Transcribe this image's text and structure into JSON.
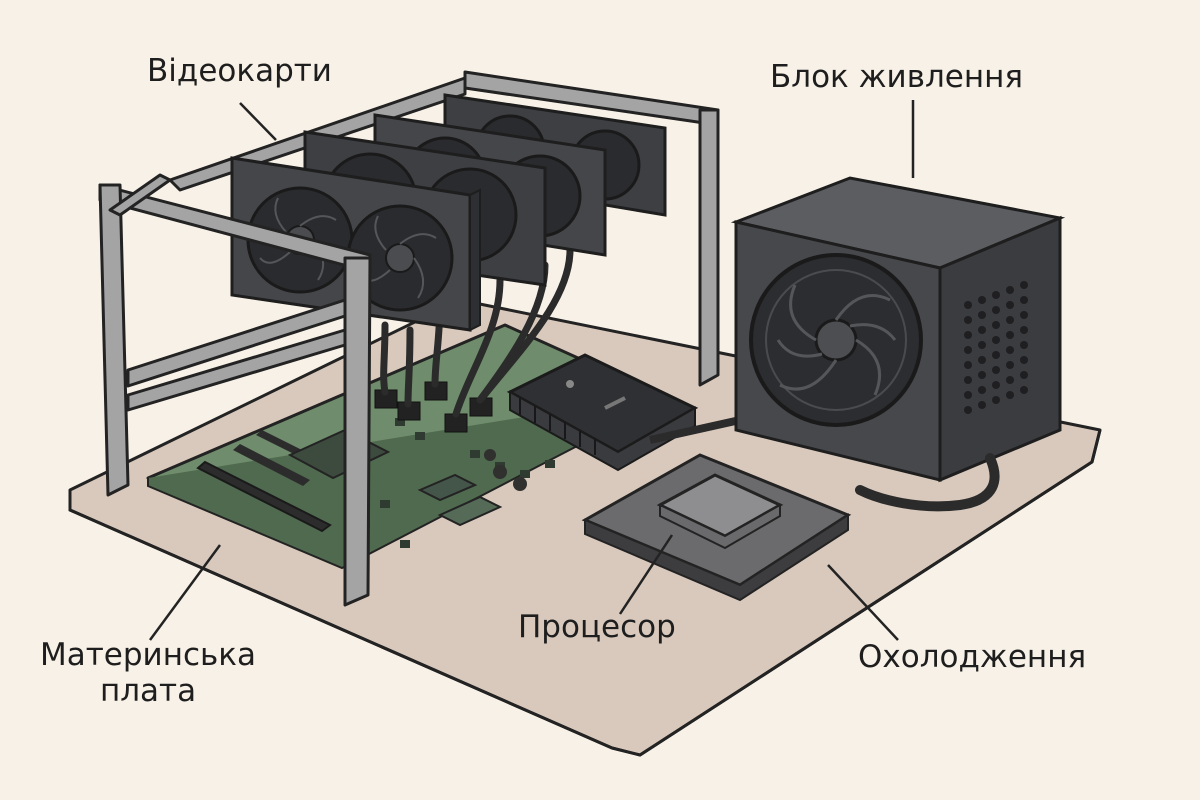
{
  "labels": {
    "gpu": "Відеокарти",
    "psu": "Блок живлення",
    "motherboard_line1": "Материнська",
    "motherboard_line2": "плата",
    "cpu": "Процесор",
    "cooling": "Охолодження"
  },
  "colors": {
    "background": "#f8f1e7",
    "base_plate": "#d9c9bc",
    "board": "#6f8c6c",
    "frame": "#a4a4a4",
    "gpu_body": "#3e3f43",
    "psu_body": "#47484c",
    "outline": "#232323"
  },
  "icons": [
    "gpu-card-icon",
    "fan-icon",
    "psu-icon",
    "cpu-chip-icon",
    "heatsink-icon"
  ]
}
